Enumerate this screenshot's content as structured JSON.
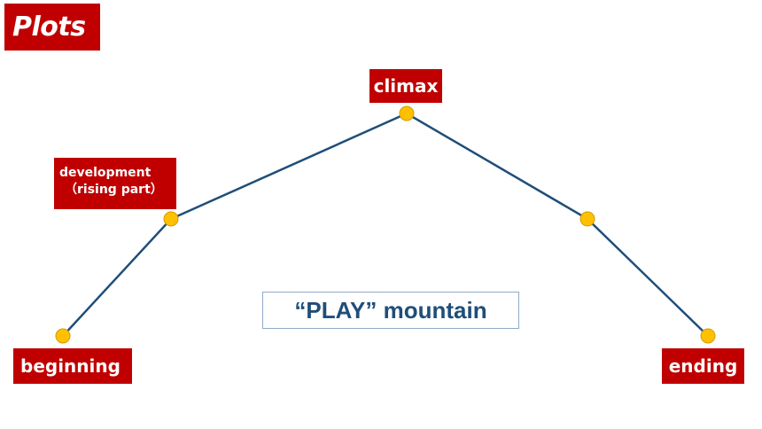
{
  "title": "Plots",
  "labels": {
    "climax": "climax",
    "development_line1": "development",
    "development_line2": "（rising part）",
    "beginning": "beginning",
    "ending": "ending"
  },
  "caption": "“PLAY” mountain",
  "colors": {
    "label_bg": "#c00000",
    "label_text": "#ffffff",
    "line": "#1f4e79",
    "point": "#ffc000",
    "caption_text": "#1f4e79"
  }
}
